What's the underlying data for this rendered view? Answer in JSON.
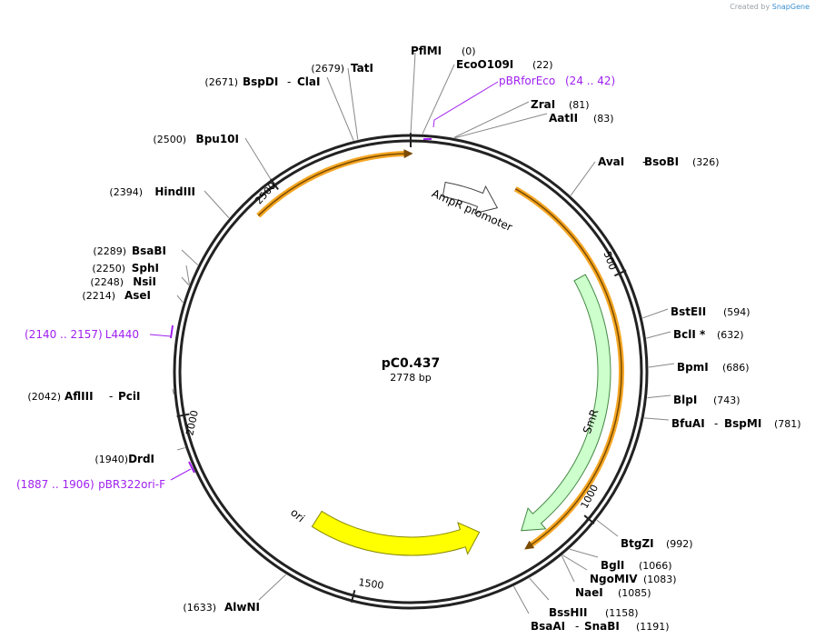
{
  "credit": {
    "prefix": "Created by",
    "brand": "SnapGene"
  },
  "plasmid": {
    "name": "pC0.437",
    "length_label": "2778 bp",
    "length": 2778
  },
  "ticks": [
    "500",
    "1000",
    "1500",
    "2000",
    "2500"
  ],
  "features": [
    {
      "name": "AmpR promoter",
      "color": "#ffffff",
      "stroke": "#444444"
    },
    {
      "name": "SmR",
      "color": "#ccffcc",
      "stroke": "#448844"
    },
    {
      "name": "ori",
      "color": "#ffff00",
      "stroke": "#888800"
    }
  ],
  "orange_color": "#f5a623",
  "sites": [
    {
      "name": "PflMI",
      "pos": "(0)"
    },
    {
      "name": "EcoO109I",
      "pos": "(22)"
    },
    {
      "name": "ZraI",
      "pos": "(81)"
    },
    {
      "name": "AatII",
      "pos": "(83)"
    },
    {
      "name": "AvaI",
      "name2": "BsoBI",
      "pos": "(326)"
    },
    {
      "name": "BstEII",
      "pos": "(594)"
    },
    {
      "name": "BclI *",
      "pos": "(632)"
    },
    {
      "name": "BpmI",
      "pos": "(686)"
    },
    {
      "name": "BlpI",
      "pos": "(743)"
    },
    {
      "name": "BfuAI",
      "name2": "BspMI",
      "pos": "(781)"
    },
    {
      "name": "BtgZI",
      "pos": "(992)"
    },
    {
      "name": "BglI",
      "pos": "(1066)"
    },
    {
      "name": "NgoMIV",
      "pos": "(1083)"
    },
    {
      "name": "NaeI",
      "pos": "(1085)"
    },
    {
      "name": "BssHII",
      "pos": "(1158)"
    },
    {
      "name": "BsaAI",
      "name2": "SnaBI",
      "pos": "(1191)"
    },
    {
      "name": "AlwNI",
      "pos": "(1633)"
    },
    {
      "name": "DrdI",
      "pos": "(1940)"
    },
    {
      "name": "AflIII",
      "name2": "PciI",
      "pos": "(2042)"
    },
    {
      "name": "AseI",
      "pos": "(2214)"
    },
    {
      "name": "NsiI",
      "pos": "(2248)"
    },
    {
      "name": "SphI",
      "pos": "(2250)"
    },
    {
      "name": "BsaBI",
      "pos": "(2289)"
    },
    {
      "name": "HindIII",
      "pos": "(2394)"
    },
    {
      "name": "Bpu10I",
      "pos": "(2500)"
    },
    {
      "name": "BspDI",
      "name2": "ClaI",
      "pos": "(2671)"
    },
    {
      "name": "TatI",
      "pos": "(2679)"
    }
  ],
  "primers": [
    {
      "name": "pBRforEco",
      "range": "(24 .. 42)"
    },
    {
      "name": "L4440",
      "range": "(2140 .. 2157)"
    },
    {
      "name": "pBR322ori-F",
      "range": "(1887 .. 1906)"
    }
  ],
  "primer_color": "#a020f0"
}
